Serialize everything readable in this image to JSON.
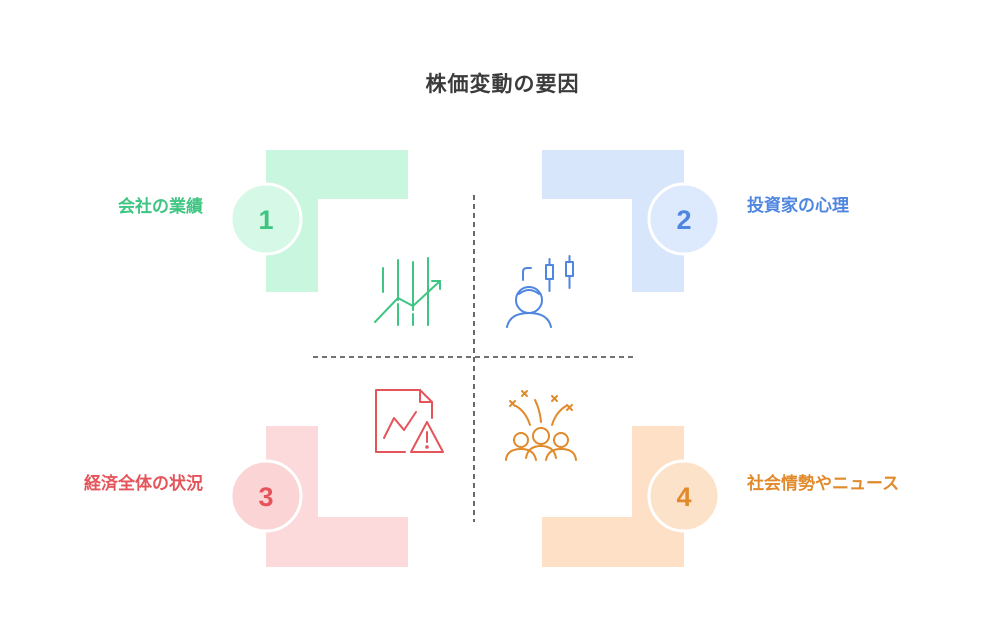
{
  "title": "株価変動の要因",
  "items": [
    {
      "number": "1",
      "label": "会社の業績",
      "icon": "growth-chart-icon",
      "color": "#3fc582",
      "shape_color": "#c9f6df",
      "circle_color": "#d6f8e6"
    },
    {
      "number": "2",
      "label": "投資家の心理",
      "icon": "investor-candlestick-icon",
      "color": "#4f86e0",
      "shape_color": "#d8e6fb",
      "circle_color": "#dde9fc"
    },
    {
      "number": "3",
      "label": "経済全体の状況",
      "icon": "document-warning-icon",
      "color": "#e5545a",
      "shape_color": "#fcd9da",
      "circle_color": "#fbd4d6"
    },
    {
      "number": "4",
      "label": "社会情勢やニュース",
      "icon": "crowd-news-icon",
      "color": "#e08a2c",
      "shape_color": "#fde0c6",
      "circle_color": "#fde2ca"
    }
  ]
}
